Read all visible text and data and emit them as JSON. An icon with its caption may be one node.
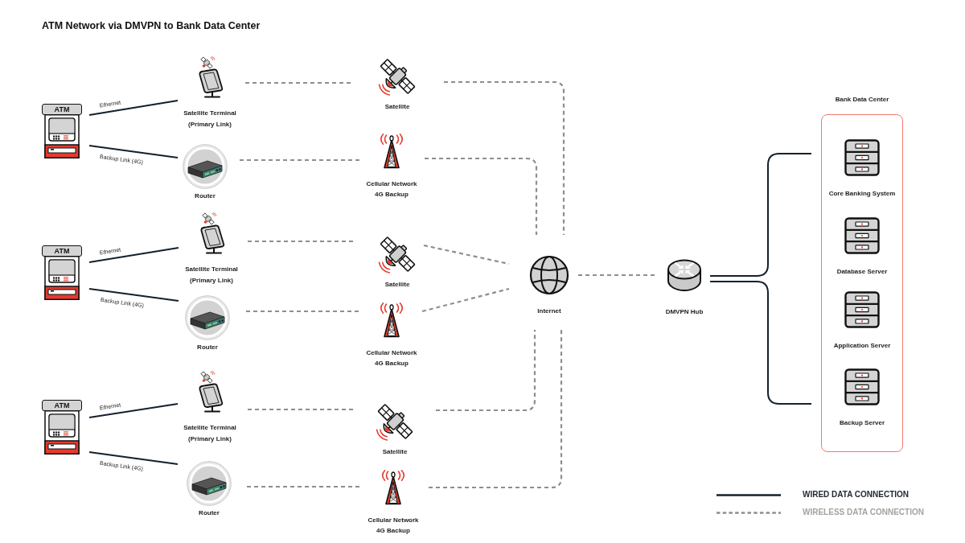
{
  "diagram": {
    "title": "ATM Network via DMVPN to Bank Data Center",
    "nodes": [
      {
        "text": [
          "ATM"
        ]
      },
      {
        "text": [
          "Satellite Terminal (Primary Link)"
        ]
      },
      {
        "text": [
          "Router"
        ]
      },
      {
        "text": [
          "Satellite"
        ]
      },
      {
        "text": [
          "Cellular Network 4G Backup"
        ]
      },
      {
        "text": [
          "ATM"
        ]
      },
      {
        "text": [
          "Satellite Terminal (Primary Link)"
        ]
      },
      {
        "text": [
          "Router"
        ]
      },
      {
        "text": [
          "Satellite"
        ]
      },
      {
        "text": [
          "Cellular Network 4G Backup"
        ]
      },
      {
        "text": [
          "ATM"
        ]
      },
      {
        "text": [
          "Satellite Terminal (Primary Link)"
        ]
      },
      {
        "text": [
          "Router"
        ]
      },
      {
        "text": [
          "Satellite"
        ]
      },
      {
        "text": [
          "Cellular Network 4G Backup"
        ]
      },
      {
        "text": [
          "Internet"
        ]
      },
      {
        "text": [
          "DMVPN Hub"
        ]
      },
      {
        "text": [
          "Bank Data Center"
        ]
      },
      {
        "text": [
          "Core Banking System"
        ],
        "in": 17
      },
      {
        "text": [
          "Database Server"
        ],
        "in": 17
      },
      {
        "text": [
          "Application Server"
        ],
        "in": 17
      },
      {
        "text": [
          "Backup Server"
        ],
        "in": 17
      }
    ],
    "edges": [
      {
        "from": 0,
        "to": 1,
        "arrow": "none",
        "label": "Ethernet",
        "color": "#14202e"
      },
      {
        "from": 0,
        "to": 2,
        "arrow": "none",
        "label": "Backup Link (4G)",
        "color": "#14202e"
      },
      {
        "from": 1,
        "to": 3,
        "arrow": "none",
        "style": "dashed"
      },
      {
        "from": 2,
        "to": 4,
        "arrow": "none",
        "style": "dashed"
      },
      {
        "from": 3,
        "to": 15,
        "arrow": "none",
        "style": "dashed"
      },
      {
        "from": 4,
        "to": 15,
        "arrow": "none",
        "style": "dashed"
      },
      {
        "from": 5,
        "to": 6,
        "arrow": "none",
        "label": "Ethernet",
        "color": "#14202e"
      },
      {
        "from": 5,
        "to": 7,
        "arrow": "none",
        "label": "Backup Link (4G)",
        "color": "#14202e"
      },
      {
        "from": 6,
        "to": 8,
        "arrow": "none",
        "style": "dashed"
      },
      {
        "from": 7,
        "to": 9,
        "arrow": "none",
        "style": "dashed"
      },
      {
        "from": 8,
        "to": 15,
        "arrow": "none",
        "style": "dashed"
      },
      {
        "from": 9,
        "to": 15,
        "arrow": "none",
        "style": "dashed"
      },
      {
        "from": 10,
        "to": 11,
        "arrow": "none",
        "label": "Ethernet",
        "color": "#14202e"
      },
      {
        "from": 10,
        "to": 12,
        "arrow": "none",
        "label": "Backup Link (4G)",
        "color": "#14202e"
      },
      {
        "from": 11,
        "to": 13,
        "arrow": "none",
        "style": "dashed"
      },
      {
        "from": 12,
        "to": 14,
        "arrow": "none",
        "style": "dashed"
      },
      {
        "from": 13,
        "to": 15,
        "arrow": "none",
        "style": "dashed"
      },
      {
        "from": 14,
        "to": 15,
        "arrow": "none",
        "style": "dashed"
      },
      {
        "from": 15,
        "to": 16,
        "arrow": "none",
        "style": "dashed"
      },
      {
        "from": 16,
        "to": 17,
        "arrow": "none",
        "color": "#14202e"
      },
      {
        "from": 16,
        "to": 17,
        "arrow": "none",
        "color": "#14202e"
      }
    ],
    "legend": [
      {
        "text": "WIRED DATA CONNECTION"
      },
      {
        "text": "WIRELESS DATA CONNECTION"
      }
    ]
  }
}
